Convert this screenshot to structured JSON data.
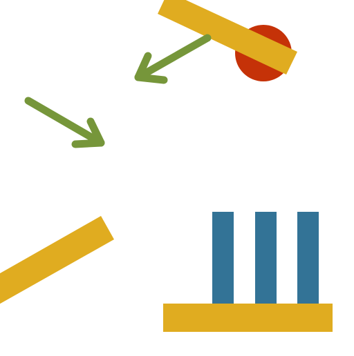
{
  "scene": {
    "background": "#ffffff",
    "colors": {
      "plank": "#e0ac20",
      "ball": "#c53208",
      "arrow": "#76963a",
      "post": "#337396"
    },
    "objects": [
      {
        "name": "top-plank",
        "kind": "plank",
        "icon": "plank-shape"
      },
      {
        "name": "red-ball",
        "kind": "ball",
        "icon": "ball-shape"
      },
      {
        "name": "upper-arrow",
        "kind": "arrow",
        "icon": "arrow-down-left-icon"
      },
      {
        "name": "left-arrow",
        "kind": "arrow",
        "icon": "arrow-down-right-icon"
      },
      {
        "name": "left-plank",
        "kind": "plank",
        "icon": "plank-shape"
      },
      {
        "name": "base-plank",
        "kind": "plank",
        "icon": "plank-shape"
      },
      {
        "name": "post-1",
        "kind": "post",
        "icon": "post-shape"
      },
      {
        "name": "post-2",
        "kind": "post",
        "icon": "post-shape"
      },
      {
        "name": "post-3",
        "kind": "post",
        "icon": "post-shape"
      }
    ]
  }
}
